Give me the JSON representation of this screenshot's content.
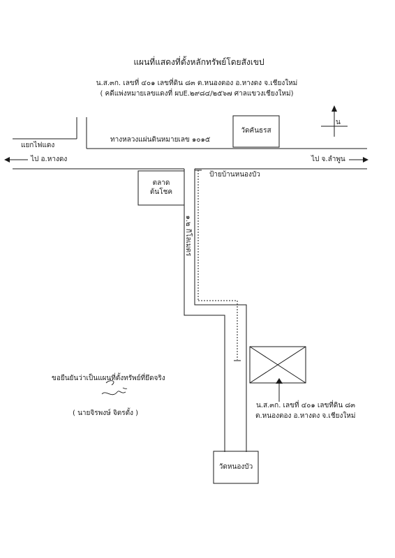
{
  "title": "แผนที่แสดงที่ตั้งหลักทรัพย์โดยสังเขป",
  "subtitle_parcel": "น.ส.๓ก. เลขที่ ๔๐๑ เลขที่ดิน ๘๓  ต.หนองตอง  อ.หางดง  จ.เชียงใหม่",
  "subtitle_case": "( คดีแพ่งหมายเลขแดงที่  ผบE.๒๙๘๔/๒๕๖๗ ศาลแขวงเชียงใหม่)",
  "north_label": "น",
  "labels": {
    "intersection": "แยกไฟแดง",
    "highway": "ทางหลวงแผ่นดินหมายเลข ๑๐๑๕",
    "to_hangdong": "ไป อ.หางดง",
    "to_lamphun": "ไป จ.ลำพูน",
    "village_sign": "ป้ายบ้านหนองบัว",
    "distance": "๑.๒ กิโลเมตร"
  },
  "places": {
    "temple_top": "วัดคันธรส",
    "market_line1": "ตลาด",
    "market_line2": "ต้นโชค",
    "temple_bottom": "วัดหนองบัว"
  },
  "property": {
    "line1": "น.ส.๓ก.  เลขที่   ๔๐๑ เลขที่ดิน  ๘๓",
    "line2": "ต.หนองตอง  อ.หางดง  จ.เชียงใหม่"
  },
  "certification": {
    "statement": "ขอยืนยันว่าเป็นแผนที่ตั้งทรัพย์ที่ยึดจริง",
    "signer": "( นายจิรพงษ์  จิตรตั้ง )"
  },
  "colors": {
    "ink": "#1a1a1a",
    "background": "#ffffff"
  }
}
